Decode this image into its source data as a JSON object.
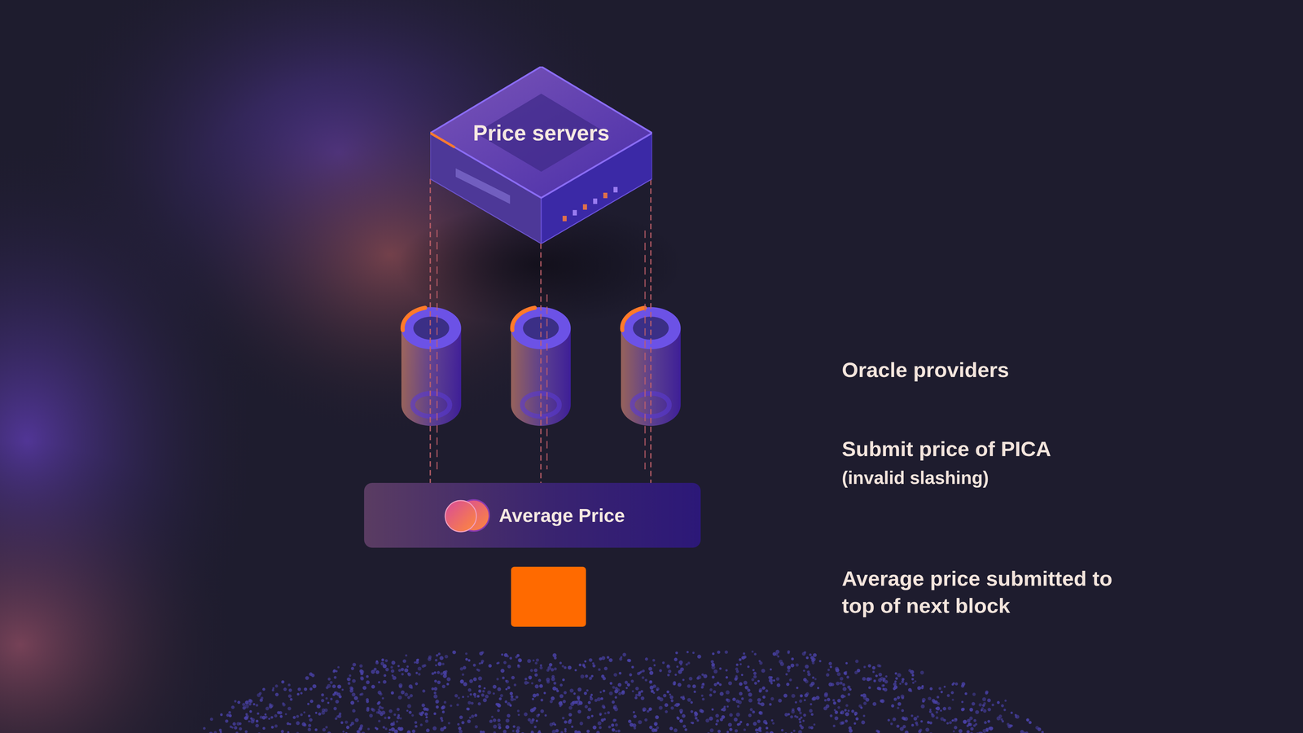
{
  "diagram": {
    "nodes": [
      {
        "text": [
          "Price servers"
        ]
      },
      {
        "text": [
          "Average Price"
        ]
      }
    ],
    "edges": [
      {
        "from": 0,
        "to": 1,
        "arrow": "none"
      },
      {
        "from": 0,
        "to": 1,
        "arrow": "none"
      },
      {
        "from": 0,
        "to": 1,
        "arrow": "none"
      }
    ],
    "labels": [
      "Oracle providers",
      "Submit price of PICA",
      "(invalid slashing)",
      "Average price submitted to top of next block"
    ]
  }
}
